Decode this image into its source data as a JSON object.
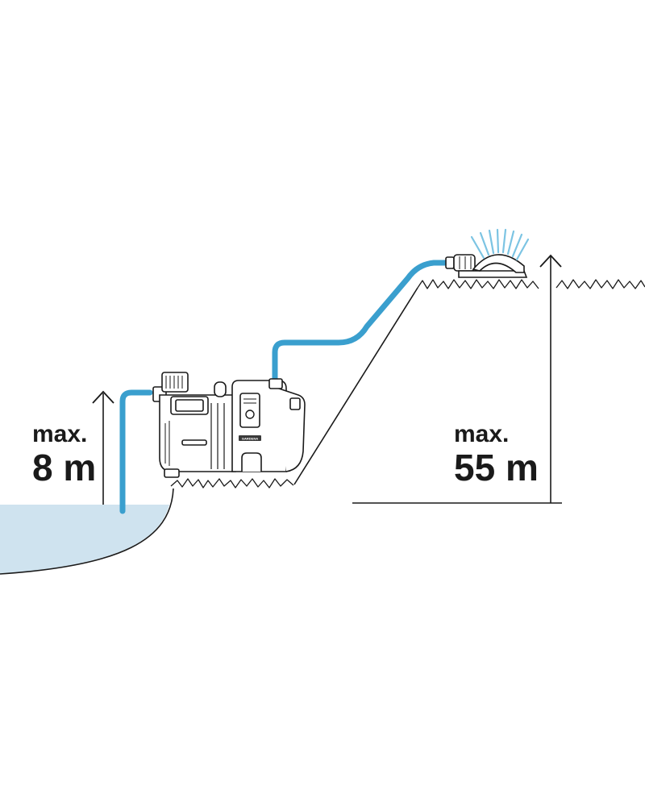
{
  "suction_height": {
    "prefix": "max.",
    "value": "8 m"
  },
  "delivery_height": {
    "prefix": "max.",
    "value": "55 m"
  },
  "pump_brand": "GARDENA",
  "colors": {
    "water": "#cfe3ef",
    "hose": "#3a9fce",
    "spray": "#7cc4e3",
    "line": "#1a1a1a"
  },
  "icons": {
    "pump": "garden-pump-icon",
    "sprinkler": "sprinkler-icon"
  }
}
